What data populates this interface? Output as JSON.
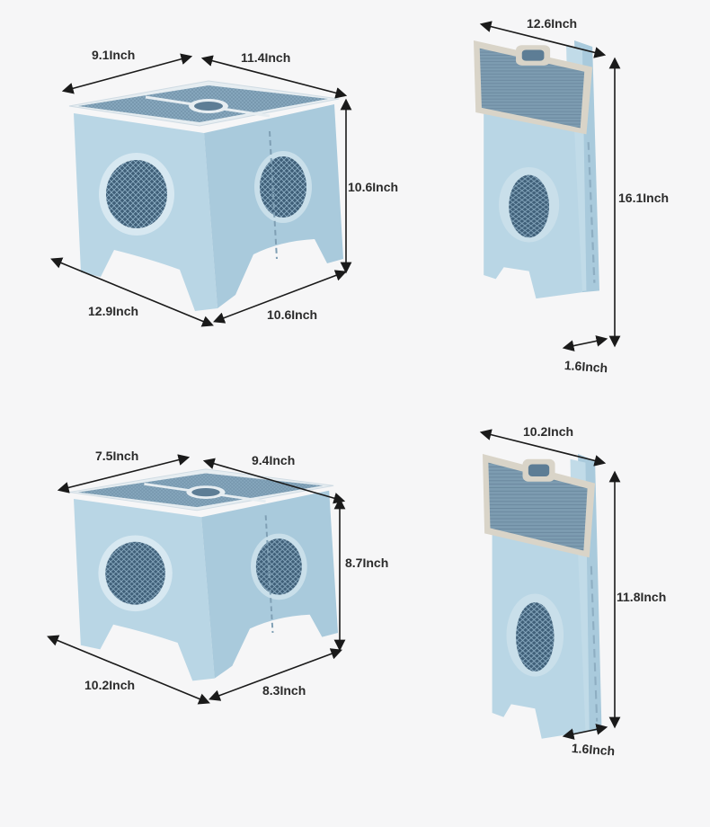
{
  "colors": {
    "body": "#b9d6e5",
    "body_shadow": "#9fc1d4",
    "top_surface": "#8fb0c6",
    "rim": "#e6edf1",
    "mesh": "#6f8fa6",
    "inner_dark": "#3f5f78",
    "arrow": "#1a1a1a",
    "beige_rim": "#d9d4c8"
  },
  "large_set": {
    "open_stool": {
      "top_depth": "9.1Inch",
      "top_width": "11.4Inch",
      "height": "10.6Inch",
      "base_width": "12.9Inch",
      "base_depth": "10.6Inch"
    },
    "folded_stool": {
      "width": "12.6Inch",
      "height": "16.1Inch",
      "thickness": "1.6Inch"
    }
  },
  "small_set": {
    "open_stool": {
      "top_depth": "7.5Inch",
      "top_width": "9.4Inch",
      "height": "8.7Inch",
      "base_width": "10.2Inch",
      "base_depth": "8.3Inch"
    },
    "folded_stool": {
      "width": "10.2Inch",
      "height": "11.8Inch",
      "thickness": "1.6Inch"
    }
  }
}
